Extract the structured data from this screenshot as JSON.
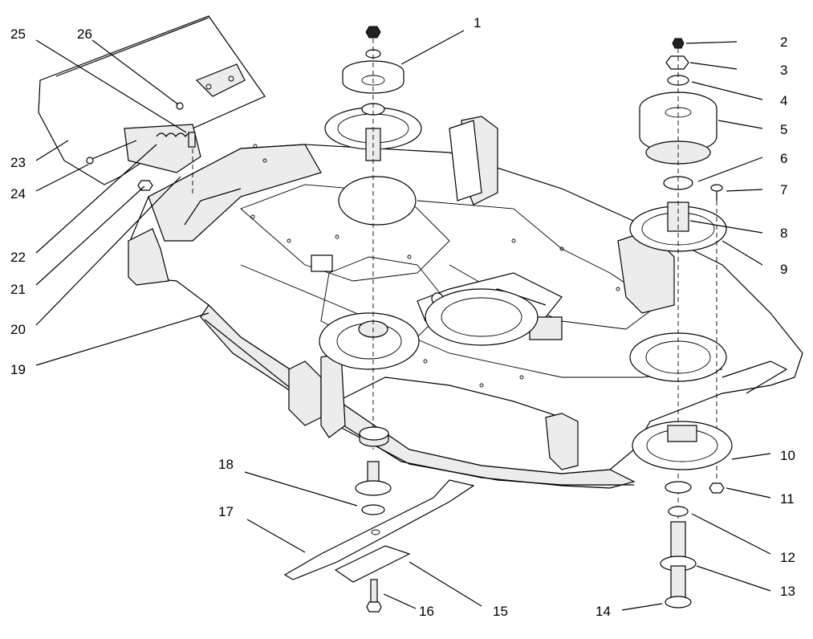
{
  "diagram": {
    "callouts": [
      {
        "id": "c1",
        "text": "1"
      },
      {
        "id": "c2",
        "text": "2"
      },
      {
        "id": "c3",
        "text": "3"
      },
      {
        "id": "c4",
        "text": "4"
      },
      {
        "id": "c5",
        "text": "5"
      },
      {
        "id": "c6",
        "text": "6"
      },
      {
        "id": "c7",
        "text": "7"
      },
      {
        "id": "c8",
        "text": "8"
      },
      {
        "id": "c9",
        "text": "9"
      },
      {
        "id": "c10",
        "text": "10"
      },
      {
        "id": "c11",
        "text": "11"
      },
      {
        "id": "c12",
        "text": "12"
      },
      {
        "id": "c13",
        "text": "13"
      },
      {
        "id": "c14",
        "text": "14"
      },
      {
        "id": "c15",
        "text": "15"
      },
      {
        "id": "c16",
        "text": "16"
      },
      {
        "id": "c17",
        "text": "17"
      },
      {
        "id": "c18",
        "text": "18"
      },
      {
        "id": "c19",
        "text": "19"
      },
      {
        "id": "c20",
        "text": "20"
      },
      {
        "id": "c21",
        "text": "21"
      },
      {
        "id": "c22",
        "text": "22"
      },
      {
        "id": "c23",
        "text": "23"
      },
      {
        "id": "c24",
        "text": "24"
      },
      {
        "id": "c25",
        "text": "25"
      },
      {
        "id": "c26",
        "text": "26"
      }
    ]
  }
}
